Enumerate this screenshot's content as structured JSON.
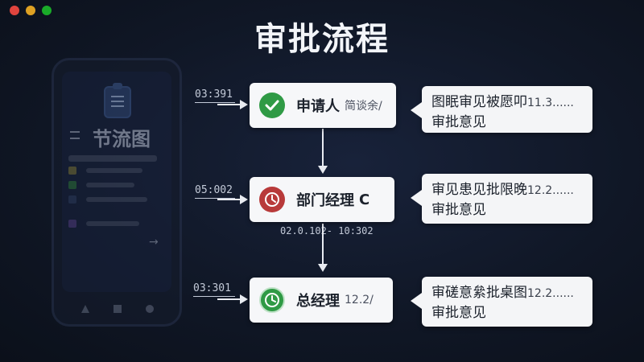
{
  "window": {
    "controls": [
      "close",
      "minimize",
      "maximize"
    ]
  },
  "title": "审批流程",
  "phone_mockup": {
    "title": "节流图"
  },
  "times": {
    "t1": "03:391",
    "t2": "05:002",
    "t3": "03:301",
    "mid": "02.0.102- 10:302"
  },
  "steps": [
    {
      "label": "申请人",
      "extra": "简谈余/",
      "icon": "check-icon",
      "status_color": "#2f9a45"
    },
    {
      "label": "部门经理",
      "extra": "C",
      "icon": "clock-icon",
      "status_color": "#b83a3a"
    },
    {
      "label": "总经理",
      "extra": "12.2/",
      "icon": "clock-icon",
      "status_color": "#2f9a45"
    }
  ],
  "comments": [
    {
      "line1": "图眠审见被愿叩",
      "num": "11.3......",
      "line2": "审批意见"
    },
    {
      "line1": "审见患见批限晚",
      "num": "12.2......",
      "line2": "审批意见"
    },
    {
      "line1": "审磋意絫批桌图",
      "num": "12.2......",
      "line2": "审批意见"
    }
  ],
  "colors": {
    "background": "#0e1420",
    "accent_green": "#2f9a45",
    "accent_red": "#b83a3a"
  }
}
